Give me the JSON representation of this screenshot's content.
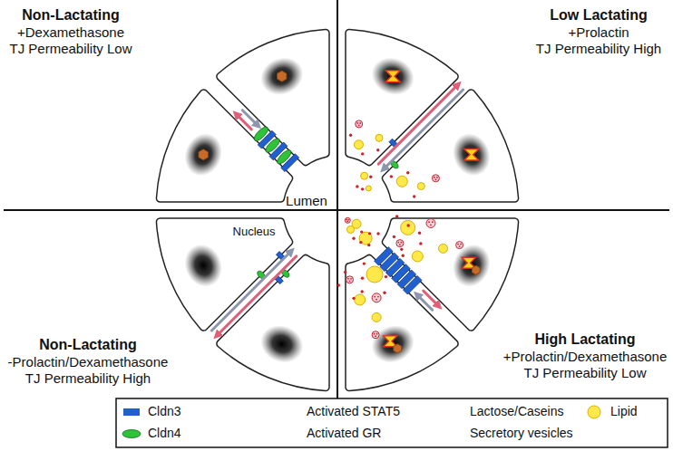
{
  "diagram": {
    "labels": [
      "Non-Lactating",
      "+Dexamethasone",
      "TJ Permeability Low",
      "Low Lactating",
      "+Prolactin",
      "TJ Permeability High",
      "Lumen",
      "Nucleus",
      "Non-Lactating",
      "-Prolactin/Dexamethasone",
      "TJ Permeability High",
      "High Lactating",
      "+Prolactin/Dexamethasone",
      "TJ Permeability Low"
    ],
    "legend": [
      {
        "text": "Cldn3",
        "color": "#1f5fd0"
      },
      {
        "text": "Activated STAT5"
      },
      {
        "text": "Lactose/Caseins"
      },
      {
        "text": "Lipid",
        "color": "#ffe94a"
      },
      {
        "text": "Cldn4",
        "color": "#2fc33a"
      },
      {
        "text": "Activated GR"
      },
      {
        "text": "Secretory vesicles"
      }
    ]
  }
}
